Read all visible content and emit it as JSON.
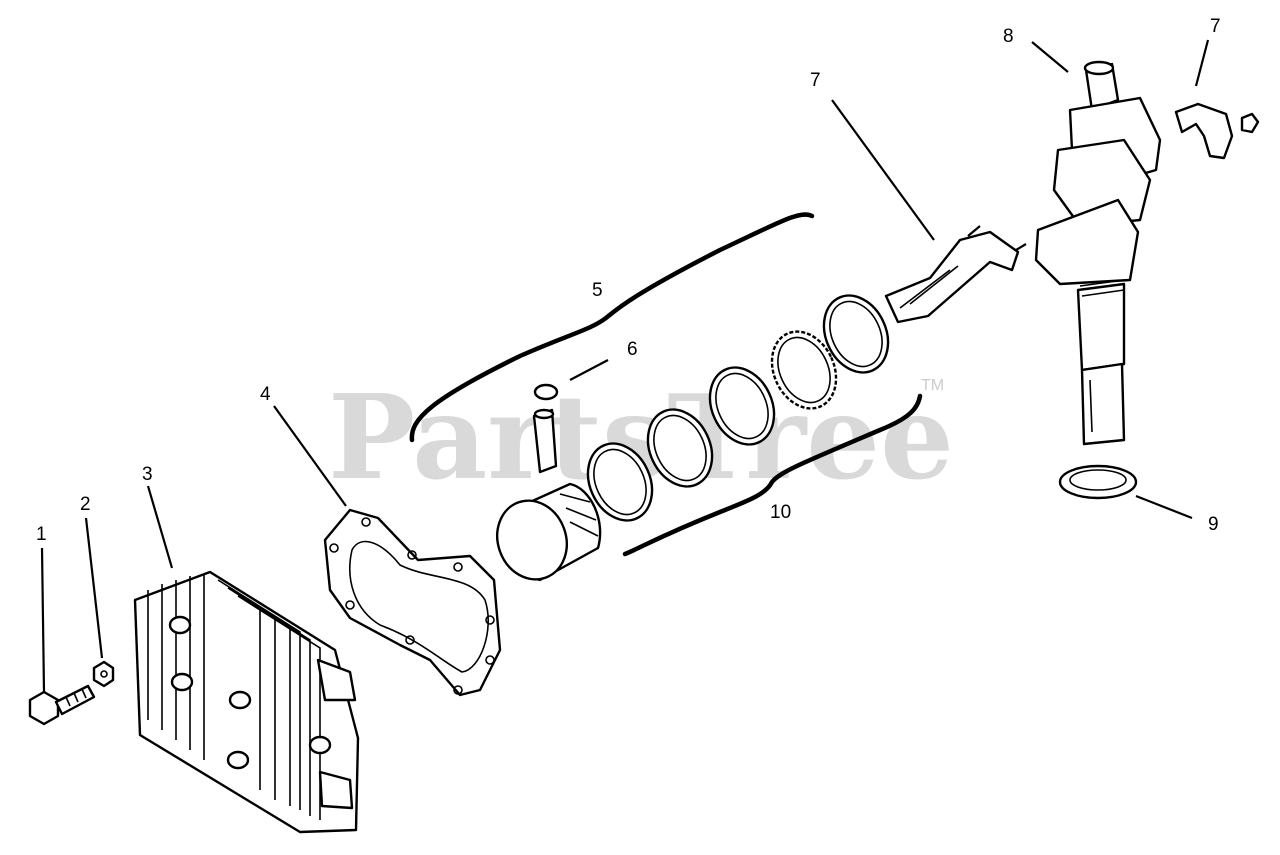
{
  "watermark": {
    "text": "PartsTree",
    "trademark": "TM"
  },
  "callouts": [
    "1",
    "2",
    "3",
    "4",
    "5",
    "6",
    "7",
    "7",
    "8",
    "9",
    "10"
  ]
}
